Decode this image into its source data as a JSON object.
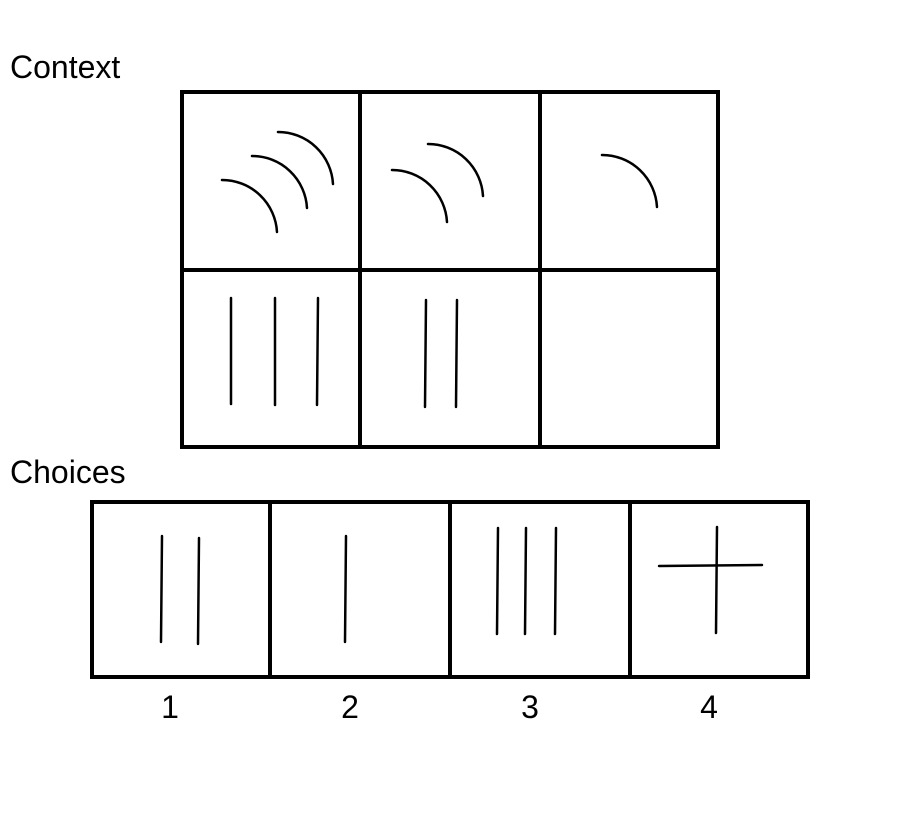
{
  "context": {
    "label": "Context",
    "cells": [
      {
        "row": 1,
        "col": 1,
        "figure": "arc",
        "count": 3
      },
      {
        "row": 1,
        "col": 2,
        "figure": "arc",
        "count": 2
      },
      {
        "row": 1,
        "col": 3,
        "figure": "arc",
        "count": 1
      },
      {
        "row": 2,
        "col": 1,
        "figure": "vertical-line",
        "count": 3
      },
      {
        "row": 2,
        "col": 2,
        "figure": "vertical-line",
        "count": 2
      },
      {
        "row": 2,
        "col": 3,
        "figure": "empty",
        "count": 0
      }
    ]
  },
  "choices": {
    "label": "Choices",
    "options": [
      {
        "number": "1",
        "figure": "vertical-line",
        "count": 2
      },
      {
        "number": "2",
        "figure": "vertical-line",
        "count": 1
      },
      {
        "number": "3",
        "figure": "vertical-line",
        "count": 3
      },
      {
        "number": "4",
        "figure": "cross",
        "count": 1
      }
    ]
  },
  "colors": {
    "stroke": "#000000",
    "background": "#ffffff"
  }
}
